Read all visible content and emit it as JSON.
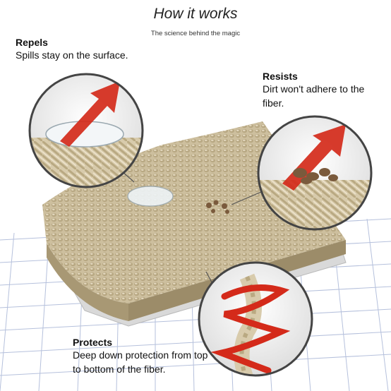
{
  "header": {
    "title": "How it works",
    "subtitle": "The science behind the magic"
  },
  "callouts": {
    "repels": {
      "heading": "Repels",
      "text": "Spills stay on the surface."
    },
    "resists": {
      "heading": "Resists",
      "text": "Dirt won't adhere to the fiber."
    },
    "protects": {
      "heading": "Protects",
      "text": "Deep down protection from top to bottom of the fiber."
    }
  },
  "colors": {
    "carpet": "#cbbd9b",
    "carpet_dark": "#a89874",
    "grid": "#a9b6d6",
    "arrow": "#d42a1a",
    "dirt": "#7a5a3c"
  }
}
